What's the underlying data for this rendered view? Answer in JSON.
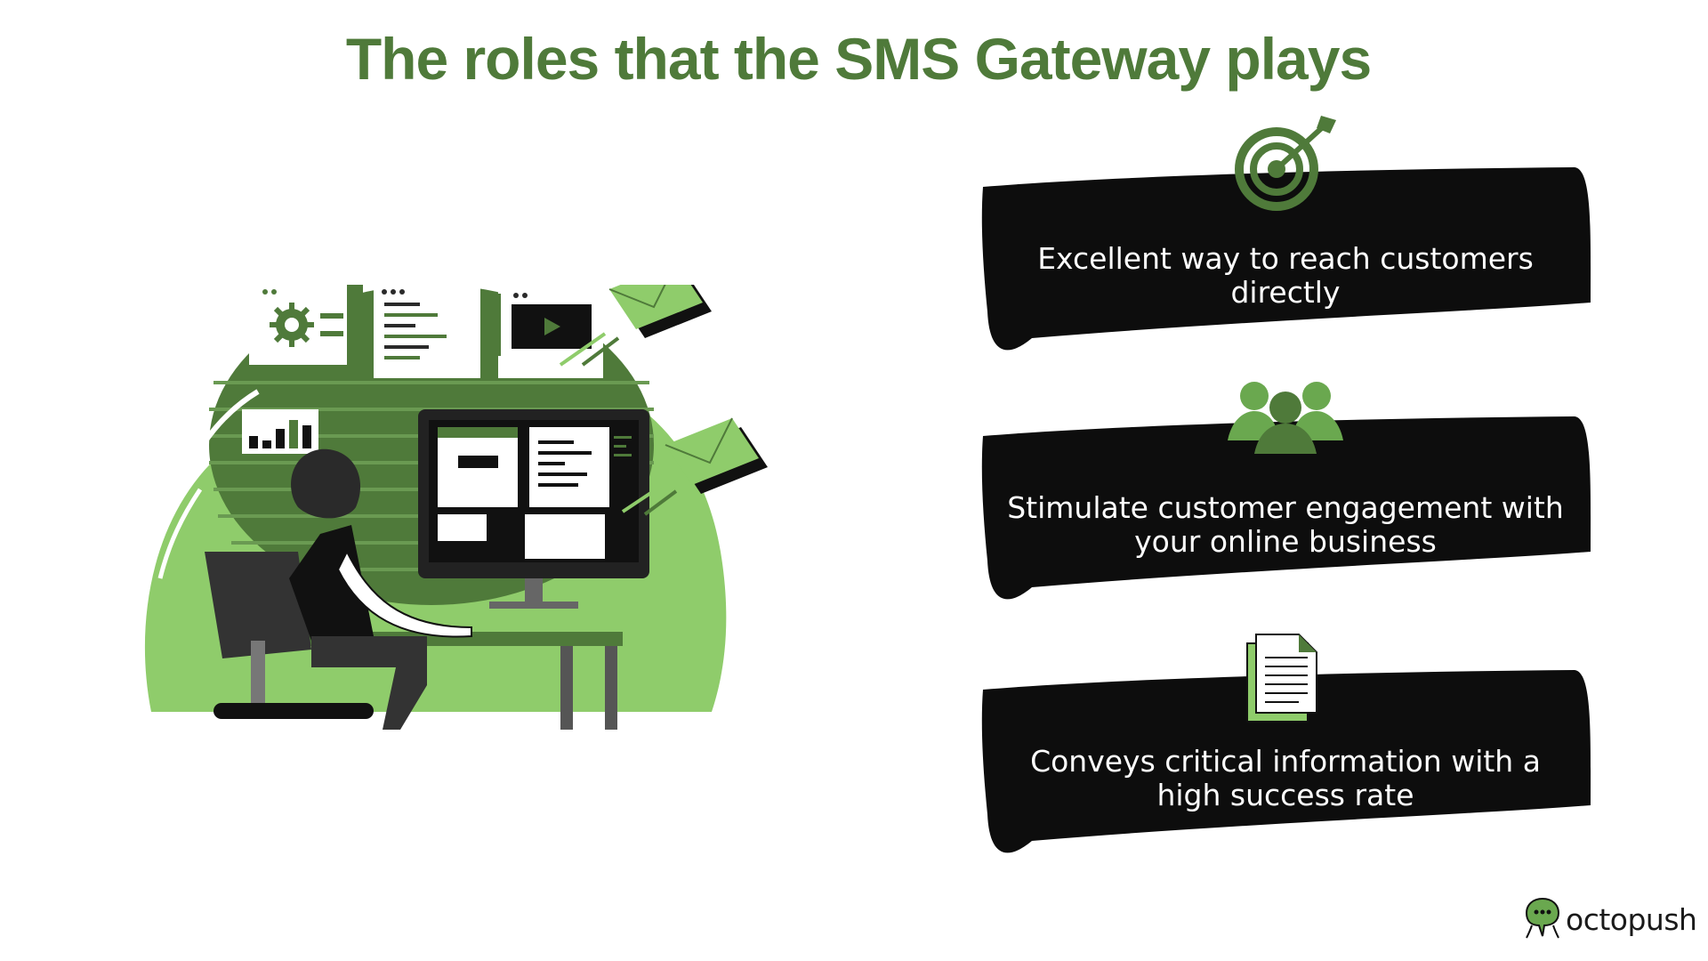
{
  "title": "The roles that the SMS Gateway plays",
  "colors": {
    "accent_green": "#4f7a3a",
    "light_green": "#8fcc6b",
    "card_black": "#0d0d0d",
    "card_text": "#ffffff"
  },
  "roles": [
    {
      "text": "Excellent way to reach customers directly",
      "icon": "target-icon"
    },
    {
      "text": "Stimulate customer engagement with your online business",
      "icon": "people-group-icon"
    },
    {
      "text": "Conveys critical information with a high success rate",
      "icon": "document-icon"
    }
  ],
  "illustration": {
    "subject": "person-at-computer-illustration",
    "icons": [
      "gear-icon",
      "code-panel-icon",
      "video-play-icon",
      "bar-chart-icon",
      "envelope-icon",
      "envelope-icon"
    ]
  },
  "brand": {
    "name": "octopush",
    "icon": "octopush-logo-icon"
  }
}
